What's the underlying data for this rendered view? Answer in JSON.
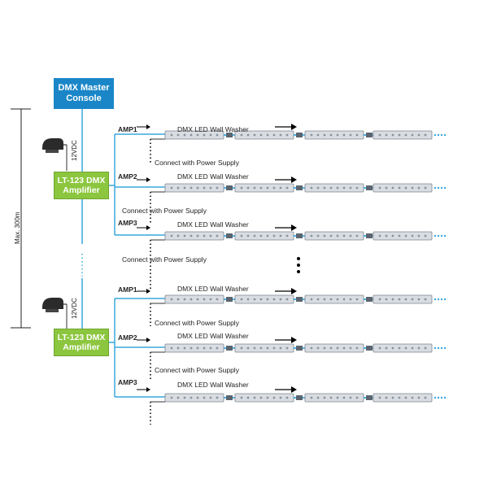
{
  "master": {
    "line1": "DMX Master",
    "line2": "Console"
  },
  "amplifier": {
    "line1": "LT-123 DMX",
    "line2": "Amplifier"
  },
  "supply_voltage": "12VDC",
  "distance_label": "Max. 300m",
  "outputs": [
    "AMP1",
    "AMP2",
    "AMP3"
  ],
  "fixture_label": "DMX LED Wall Washer",
  "power_label": "Connect with Power Supply",
  "colors": {
    "master": "#1a86c8",
    "amplifier": "#8cc63f",
    "wire": "#39a9dc",
    "fixture": "#d9dde2"
  },
  "icons": [
    "power-adapter-icon",
    "arrow-right-icon",
    "continuation-dots-icon"
  ]
}
